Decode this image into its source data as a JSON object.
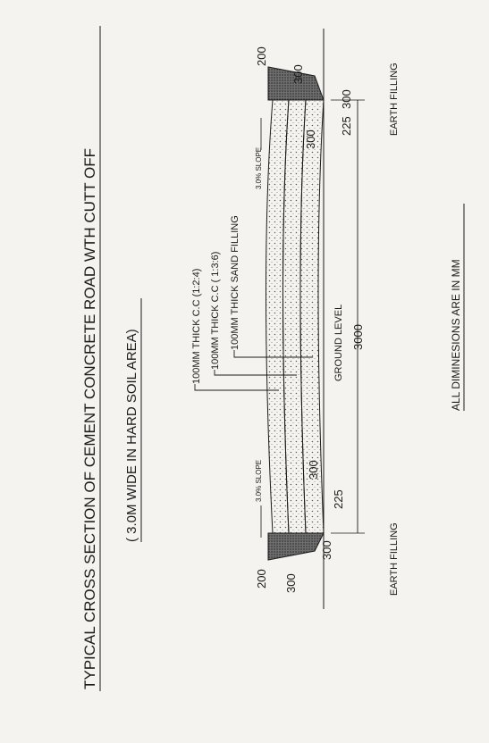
{
  "title": "TYPICAL CROSS SECTION OF CEMENT CONCRETE ROAD WTH CUTT OFF",
  "subtitle": "( 3.0M WIDE IN HARD SOIL AREA)",
  "layers": {
    "top": "100MM THICK C.C (1:2:4)",
    "middle": "100MM THICK C.C ( 1:3:6)",
    "bottom": "100MM THICK SAND FILLING"
  },
  "slope_left": "3.0% SLOPE",
  "slope_right": "3.0% SLOPE",
  "ground_level": "GROUND LEVEL",
  "road_width": "3000",
  "earth_filling_left": "EARTH FILLING",
  "earth_filling_right": "EARTH FILLING",
  "note": "ALL DIMINESIONS ARE IN MM",
  "dims_left": {
    "d200": "200",
    "d300a": "300",
    "d300b": "300",
    "d225": "225",
    "d300c": "300"
  },
  "dims_right": {
    "d200": "200",
    "d300a": "300",
    "d300b": "300",
    "d225": "225",
    "d300c": "300"
  }
}
